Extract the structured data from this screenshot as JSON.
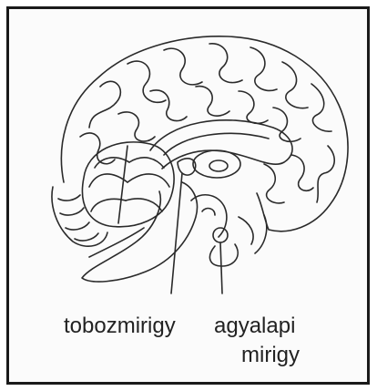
{
  "labels": {
    "pineal": "tobozmirigy",
    "pituitary_line1": "agyalapi",
    "pituitary_line2": "mirigy"
  },
  "colors": {
    "ink": "#2a2a2a",
    "frame": "#1a1a1a",
    "background": "#fbfbfb"
  }
}
